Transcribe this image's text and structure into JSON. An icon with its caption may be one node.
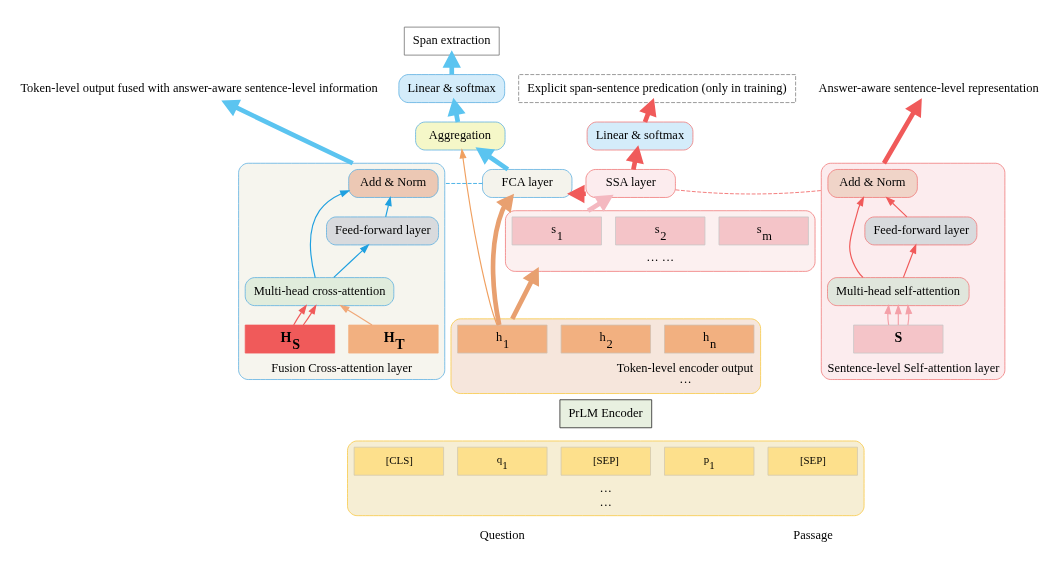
{
  "diagram": {
    "nodes": [
      {
        "text": [
          "Span extraction"
        ]
      },
      {
        "text": [
          "Linear & softmax"
        ]
      },
      {
        "text": [
          "Explicit span-sentence predication (only in training)"
        ]
      },
      {
        "text": [
          "Aggregation"
        ]
      },
      {
        "text": [
          "Linear & softmax"
        ]
      },
      {
        "text": [
          "Token-level output fused with answer-aware sentence-level information"
        ]
      },
      {
        "text": [
          "Fusion Cross-attention layer"
        ]
      },
      {
        "text": [
          "Add & Norm"
        ],
        "in": 6
      },
      {
        "text": [
          "Feed-forward layer"
        ],
        "in": 6
      },
      {
        "text": [
          "Multi-head cross-attention"
        ],
        "in": 6
      },
      {
        "text": [
          "H$_{T}$"
        ],
        "in": 6
      },
      {
        "text": [
          "H$_{S}$"
        ],
        "in": 6
      },
      {
        "text": [
          "FCA layer"
        ]
      },
      {
        "text": [
          "SSA layer"
        ]
      },
      {
        "text": [
          "Answer-aware sentence-level representation"
        ]
      },
      {
        "text": [
          "Sentence-level Self-attention layer"
        ]
      },
      {
        "text": [
          "Add & Norm"
        ],
        "in": 15
      },
      {
        "text": [
          "Feed-forward layer"
        ],
        "in": 15
      },
      {
        "text": [
          "Multi-head self-attention"
        ],
        "in": 15
      },
      {
        "text": [
          "S"
        ],
        "in": 15
      },
      {
        "text": [
          "··· ···"
        ]
      },
      {
        "text": [
          "s$_{1}$"
        ],
        "in": 20
      },
      {
        "text": [
          "s$_{2}$"
        ],
        "in": 20
      },
      {
        "text": [
          "s$_{m}$"
        ],
        "in": 20
      },
      {
        "text": [
          "Token-level encoder output",
          "···"
        ]
      },
      {
        "text": [
          "h$_{1}$"
        ],
        "in": 24
      },
      {
        "text": [
          "h$_{2}$"
        ],
        "in": 24
      },
      {
        "text": [
          "h$_{n}$"
        ],
        "in": 24
      },
      {
        "text": [
          "PrLM Encoder"
        ]
      },
      {
        "text": [
          "···",
          "···"
        ]
      },
      {
        "text": [
          "[CLS]"
        ],
        "in": 29
      },
      {
        "text": [
          "q$_{1}$"
        ],
        "in": 29
      },
      {
        "text": [
          "[SEP]"
        ],
        "in": 29
      },
      {
        "text": [
          "p$_{1}$"
        ],
        "in": 29
      },
      {
        "text": [
          "[SEP]"
        ],
        "in": 29
      }
    ],
    "edges": [
      {
        "from": 1,
        "to": 0,
        "arrow": "to",
        "style": "thick",
        "color": "#5bc4f0"
      },
      {
        "from": 3,
        "to": 1,
        "arrow": "to",
        "style": "thick",
        "color": "#5bc4f0"
      },
      {
        "from": 12,
        "to": 3,
        "arrow": "to",
        "style": "thick",
        "color": "#5bc4f0"
      },
      {
        "from": 4,
        "to": 2,
        "arrow": "to",
        "style": "thick",
        "color": "#f05a5a"
      },
      {
        "from": 13,
        "to": 4,
        "arrow": "to",
        "style": "thick",
        "color": "#f05a5a"
      },
      {
        "from": 13,
        "to": 12,
        "arrow": "to",
        "style": "thick",
        "color": "#f05a5a"
      },
      {
        "from": 25,
        "to": 12,
        "arrow": "to",
        "style": "thick",
        "color": "#e8a070"
      },
      {
        "from": 25,
        "to": 3,
        "arrow": "to",
        "color": "#f0a060"
      },
      {
        "from": 24,
        "to": 20,
        "arrow": "to",
        "style": "thick",
        "color": "#e8a070"
      },
      {
        "from": 20,
        "to": 13,
        "arrow": "to",
        "style": "thick",
        "color": "#f4b8c0"
      },
      {
        "from": 12,
        "to": 6,
        "arrow": "none",
        "style": "dashed",
        "color": "#1fa0e0"
      },
      {
        "from": 13,
        "to": 15,
        "arrow": "none",
        "style": "dashed",
        "color": "#f05a5a"
      },
      {
        "from": 6,
        "to": 5,
        "arrow": "to",
        "style": "thick",
        "color": "#5bc4f0"
      },
      {
        "from": 9,
        "to": 8,
        "arrow": "to",
        "color": "#1fa0e0"
      },
      {
        "from": 8,
        "to": 7,
        "arrow": "to",
        "color": "#1fa0e0"
      },
      {
        "from": 9,
        "to": 7,
        "arrow": "to",
        "color": "#1fa0e0"
      },
      {
        "from": 10,
        "to": 9,
        "arrow": "to",
        "color": "#f0a878"
      },
      {
        "from": 11,
        "to": 9,
        "arrow": "to",
        "color": "#f05a5a"
      },
      {
        "from": 11,
        "to": 9,
        "arrow": "to",
        "color": "#f05a5a"
      },
      {
        "from": 15,
        "to": 14,
        "arrow": "to",
        "style": "thick",
        "color": "#f05a5a"
      },
      {
        "from": 18,
        "to": 17,
        "arrow": "to",
        "color": "#f05a5a"
      },
      {
        "from": 17,
        "to": 16,
        "arrow": "to",
        "color": "#f05a5a"
      },
      {
        "from": 18,
        "to": 16,
        "arrow": "to",
        "color": "#f05a5a"
      },
      {
        "from": 19,
        "to": 18,
        "arrow": "to",
        "color": "#f4a0a8"
      },
      {
        "from": 19,
        "to": 18,
        "arrow": "to",
        "color": "#f4a0a8"
      },
      {
        "from": 19,
        "to": 18,
        "arrow": "to",
        "color": "#f4a0a8"
      }
    ],
    "labels": [
      "Question",
      "Passage"
    ]
  }
}
